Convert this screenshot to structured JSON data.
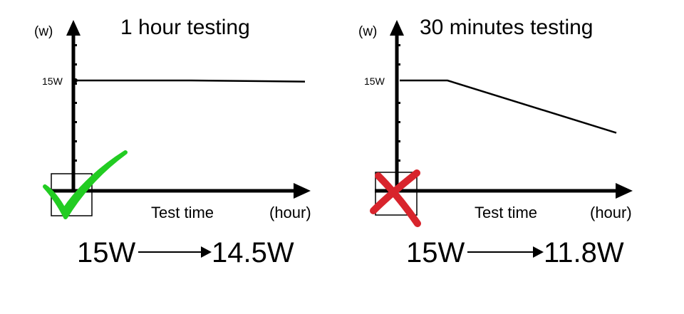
{
  "chart_data": [
    {
      "type": "line",
      "title": "1 hour testing",
      "ylabel": "(w)",
      "xlabel": "Test time",
      "xunit": "(hour)",
      "y_tick_label": "15W",
      "series": [
        {
          "values": [
            15,
            15,
            14.5
          ]
        }
      ],
      "result": {
        "from": "15W",
        "to": "14.5W"
      },
      "verdict": "pass",
      "verdict_color": "#22cc22"
    },
    {
      "type": "line",
      "title": "30 minutes testing",
      "ylabel": "(w)",
      "xlabel": "Test time",
      "xunit": "(hour)",
      "y_tick_label": "15W",
      "series": [
        {
          "values": [
            15,
            15,
            11.8
          ]
        }
      ],
      "result": {
        "from": "15W",
        "to": "11.8W"
      },
      "verdict": "fail",
      "verdict_color": "#d8242c"
    }
  ]
}
